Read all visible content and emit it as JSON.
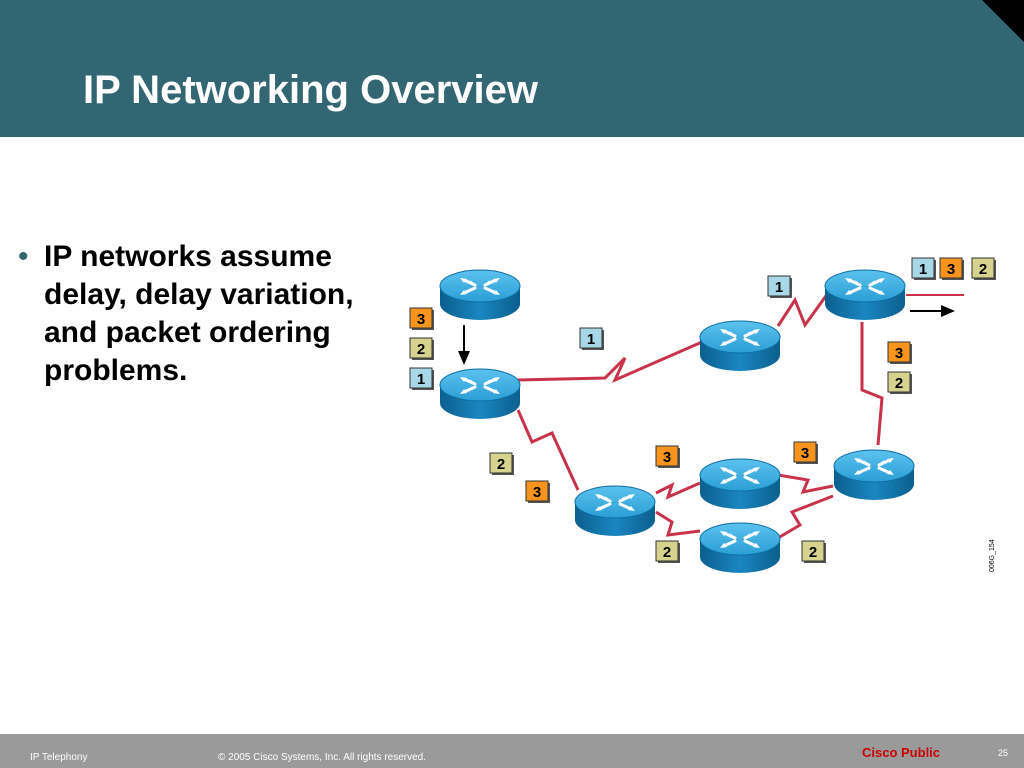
{
  "slide": {
    "title": "IP Networking Overview",
    "bullet": "IP networks assume delay, delay variation, and packet ordering problems."
  },
  "diagram": {
    "figure_id": "006G_154",
    "colors": {
      "packet_orange": "#F7941D",
      "packet_khaki": "#D6D38E",
      "packet_blue": "#A8D8E8",
      "link": "#C8324A",
      "router": "#1E90C8"
    },
    "packets": [
      {
        "label": "3",
        "color": "orange"
      },
      {
        "label": "2",
        "color": "khaki"
      },
      {
        "label": "1",
        "color": "blue"
      },
      {
        "label": "1",
        "color": "blue"
      },
      {
        "label": "1",
        "color": "blue"
      },
      {
        "label": "1",
        "color": "blue"
      },
      {
        "label": "3",
        "color": "orange"
      },
      {
        "label": "2",
        "color": "khaki"
      },
      {
        "label": "3",
        "color": "orange"
      },
      {
        "label": "2",
        "color": "khaki"
      },
      {
        "label": "2",
        "color": "khaki"
      },
      {
        "label": "3",
        "color": "orange"
      },
      {
        "label": "3",
        "color": "orange"
      },
      {
        "label": "3",
        "color": "orange"
      },
      {
        "label": "2",
        "color": "khaki"
      },
      {
        "label": "2",
        "color": "khaki"
      }
    ]
  },
  "footer": {
    "course": "IP Telephony",
    "copyright": "© 2005 Cisco Systems, Inc. All rights reserved.",
    "classification": "Cisco Public",
    "page": "25"
  }
}
